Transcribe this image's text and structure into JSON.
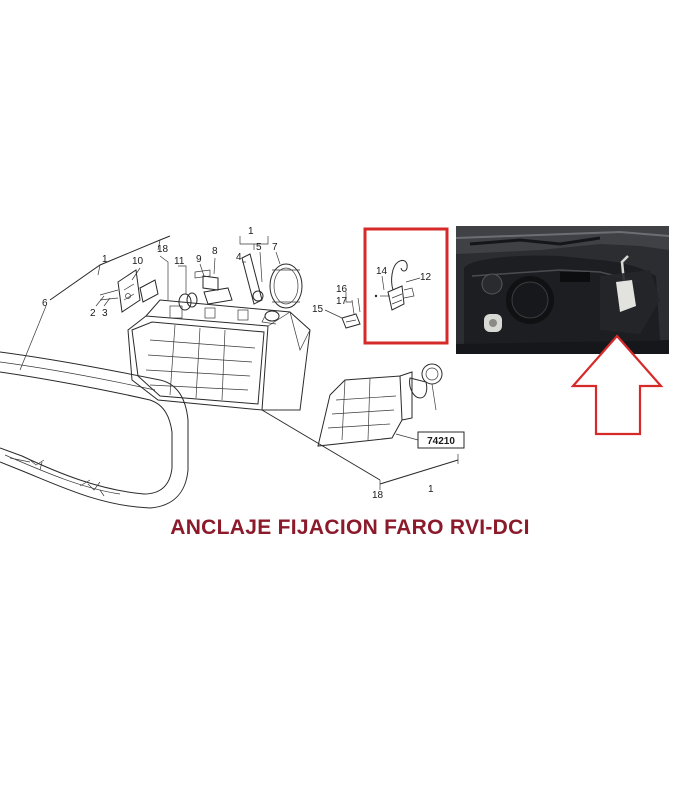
{
  "caption": "ANCLAJE FIJACION FARO RVI-DCI",
  "colors": {
    "caption": "#8b1a2b",
    "highlight": "#d62a2a",
    "line_art": "#2a2a2a",
    "photo_bg": "#2b2d30"
  },
  "callouts": {
    "c1_top": "1",
    "c1_mid": "1",
    "c1_bottom": "1",
    "c2": "2",
    "c3": "3",
    "c4": "4",
    "c5": "5",
    "c6": "6",
    "c7": "7",
    "c8": "8",
    "c9": "9",
    "c10": "10",
    "c11": "11",
    "c12": "12",
    "c14": "14",
    "c15": "15",
    "c16": "16",
    "c17": "17",
    "c18_top": "18",
    "c18_bottom": "18"
  },
  "part_box_label": "74210",
  "icons": {
    "arrow": "up-arrow-icon",
    "bracket": "bracket-hook-icon"
  }
}
